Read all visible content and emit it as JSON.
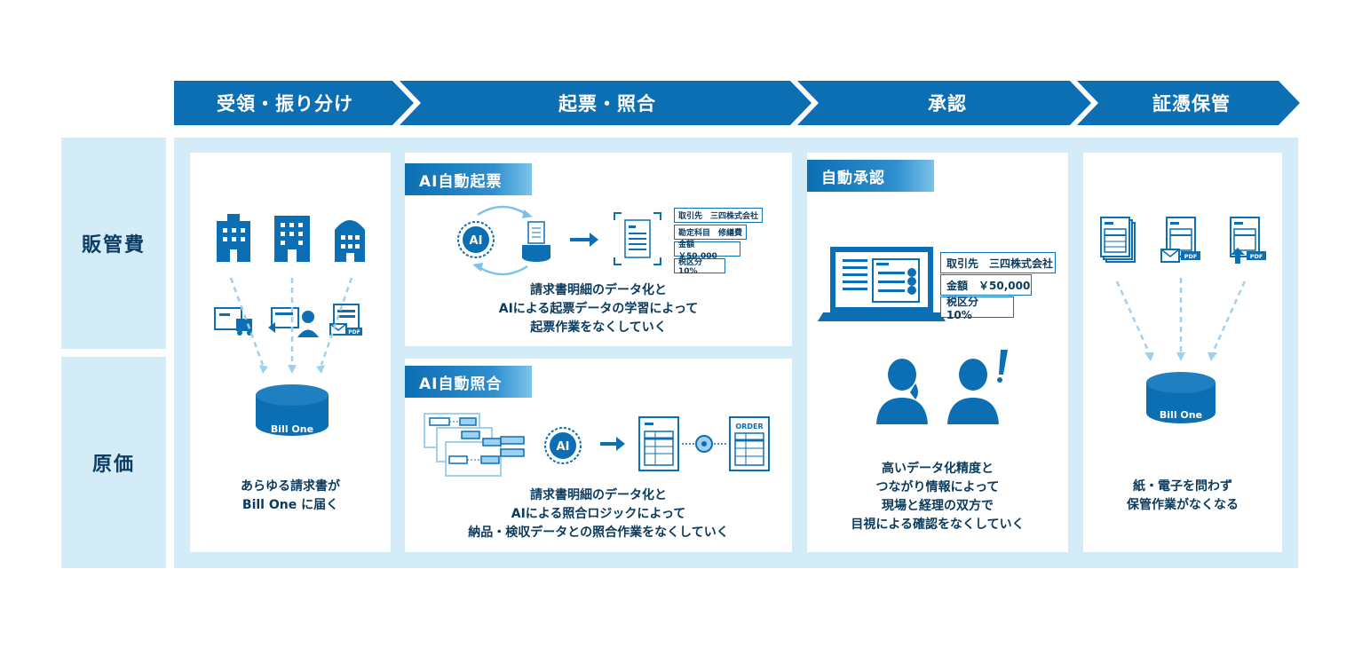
{
  "stages": [
    "受領・振り分け",
    "起票・照合",
    "承認",
    "証憑保管"
  ],
  "rows": [
    "販管費",
    "原価"
  ],
  "receive": {
    "description": [
      "あらゆる請求書が",
      "Bill One に届く"
    ],
    "db_label": "Bill One"
  },
  "ai_entry": {
    "tag": "AI自動起票",
    "ai_label": "AI",
    "fields": [
      "取引先　三四株式会社",
      "勘定科目　修繕費",
      "金額　￥50,000",
      "税区分　10%"
    ],
    "description": [
      "請求書明細のデータ化と",
      "AIによる起票データの学習によって",
      "起票作業をなくしていく"
    ]
  },
  "ai_match": {
    "tag": "AI自動照合",
    "ai_label": "AI",
    "order_label": "ORDER",
    "description": [
      "請求書明細のデータ化と",
      "AIによる照合ロジックによって",
      "納品・検収データとの照合作業をなくしていく"
    ]
  },
  "approval": {
    "tag": "自動承認",
    "fields": [
      "取引先　三四株式会社",
      "金額　￥50,000",
      "税区分　10%"
    ],
    "description": [
      "高いデータ化精度と",
      "つながり情報によって",
      "現場と経理の双方で",
      "目視による確認をなくしていく"
    ]
  },
  "storage": {
    "description": [
      "紙・電子を問わず",
      "保管作業がなくなる"
    ],
    "db_label": "Bill One",
    "pdf_label": "PDF"
  },
  "colors": {
    "primary": "#0c6fb3",
    "light_bg": "#d4ebf8",
    "text": "#0a3a5c"
  }
}
